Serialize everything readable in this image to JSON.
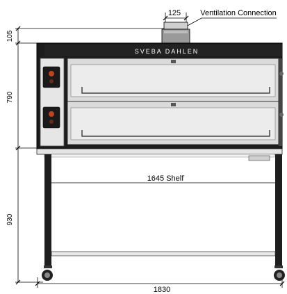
{
  "dimensions": {
    "vent_width": "125",
    "vent_label": "Ventilation Connection",
    "vent_height": "105",
    "oven_height": "790",
    "shelf_label": "1645 Shelf",
    "stand_height": "930",
    "total_width": "1830"
  },
  "brand": "SVEBA DAHLEN",
  "colors": {
    "oven_body": "#1c1c1c",
    "door": "#d8d8d8",
    "indicator": "#c0421e",
    "line": "#000000"
  }
}
